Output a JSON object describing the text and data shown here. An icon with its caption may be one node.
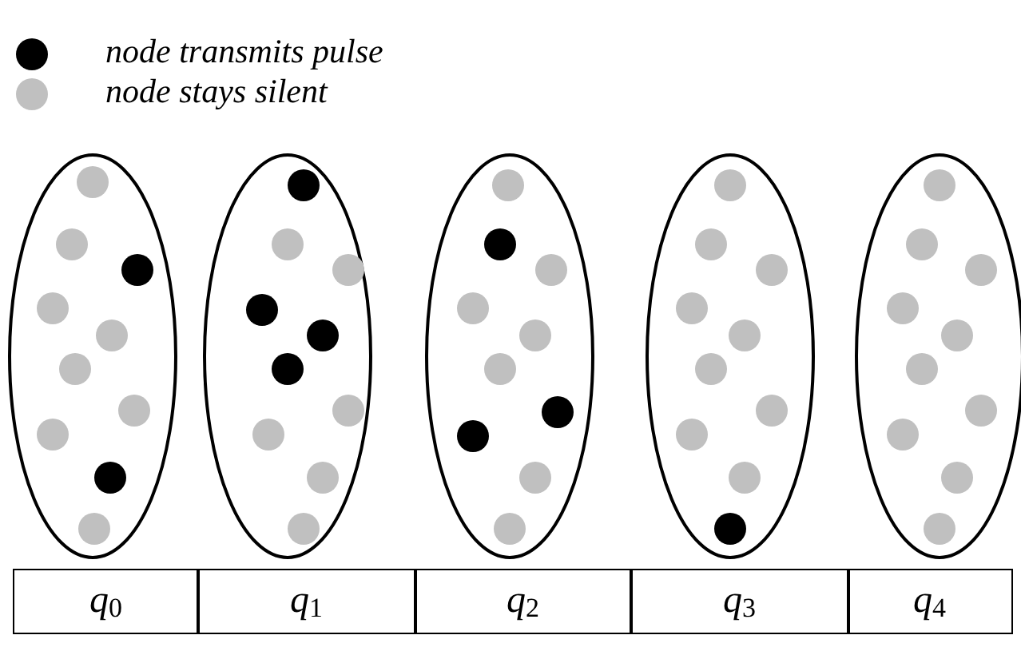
{
  "diagram": {
    "nodes": [
      {
        "text": [],
        "shape": "ellipse"
      },
      {
        "text": [],
        "shape": "ellipse"
      },
      {
        "text": [],
        "shape": "ellipse"
      },
      {
        "text": [],
        "shape": "ellipse"
      },
      {
        "text": [],
        "shape": "ellipse"
      }
    ],
    "labels": [
      "*q*$_{0}$",
      "*q*$_{1}$",
      "*q*$_{2}$",
      "*q*$_{3}$",
      "*q*$_{4}$"
    ],
    "legend": [
      {
        "text": "node transmits pulse",
        "color": "#000000"
      },
      {
        "text": "node stays silent",
        "color": "#c0c0c0"
      }
    ]
  }
}
